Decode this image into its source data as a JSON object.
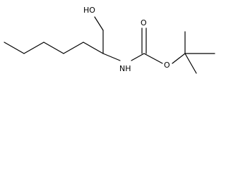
{
  "molecule": {
    "labels": {
      "hydroxyl": "HO",
      "amine": "NH",
      "carbonyl_oxygen": "O",
      "ester_oxygen": "O"
    },
    "colors": {
      "bond": "#000000",
      "label": "#000000",
      "background": "#ffffff"
    }
  }
}
